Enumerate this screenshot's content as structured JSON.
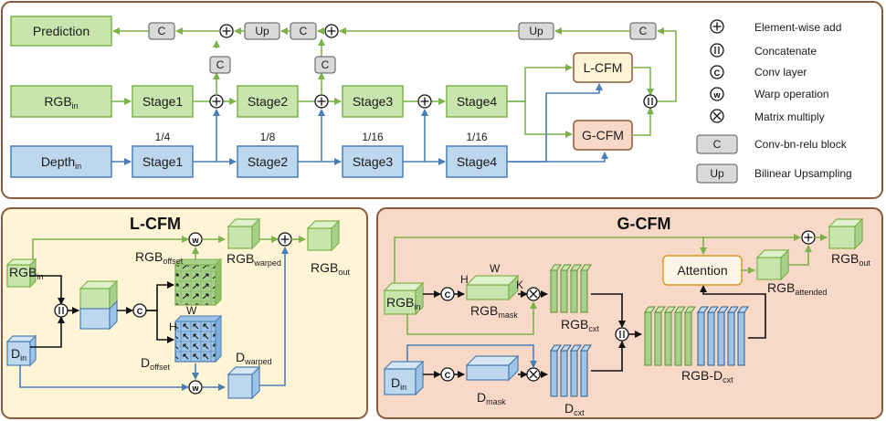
{
  "colors": {
    "green_fill": "#c9e5ae",
    "green_stroke": "#7db24a",
    "blue_fill": "#bdd7ee",
    "blue_stroke": "#4a7fb5",
    "lcfm_fill": "#fff5d6",
    "gcfm_fill": "#f8d9c7",
    "panel_border": "#8b5a3c",
    "gray_fill": "#d9d9d9"
  },
  "top": {
    "prediction": "Prediction",
    "rgb_in": "RGB",
    "rgb_in_sub": "in",
    "depth_in": "Depth",
    "depth_in_sub": "in",
    "rgb_stages": [
      "Stage1",
      "Stage2",
      "Stage3",
      "Stage4"
    ],
    "depth_stages": [
      "Stage1",
      "Stage2",
      "Stage3",
      "Stage4"
    ],
    "scales": [
      "1/4",
      "1/8",
      "1/16",
      "1/16"
    ],
    "lcfm": "L-CFM",
    "gcfm": "G-CFM",
    "c": "C",
    "up": "Up"
  },
  "legend": {
    "items": [
      {
        "symbol": "+",
        "label": "Element-wise add"
      },
      {
        "symbol": "||",
        "label": "Concatenate"
      },
      {
        "symbol": "C",
        "label": "Conv layer"
      },
      {
        "symbol": "w",
        "label": "Warp operation"
      },
      {
        "symbol": "×",
        "label": "Matrix multiply"
      }
    ],
    "block_c": "C",
    "block_c_label": "Conv-bn-relu block",
    "block_up": "Up",
    "block_up_label": "Bilinear Upsampling"
  },
  "lcfm_panel": {
    "title": "L-CFM",
    "rgb_in": "RGB",
    "rgb_in_sub": "in",
    "d_in": "D",
    "d_in_sub": "in",
    "rgb_offset": "RGB",
    "rgb_offset_sub": "offset",
    "d_offset": "D",
    "d_offset_sub": "offset",
    "rgb_warped": "RGB",
    "rgb_warped_sub": "warped",
    "d_warped": "D",
    "d_warped_sub": "warped",
    "rgb_out": "RGB",
    "rgb_out_sub": "out",
    "h": "H",
    "w": "W"
  },
  "gcfm_panel": {
    "title": "G-CFM",
    "rgb_in": "RGB",
    "rgb_in_sub": "in",
    "d_in": "D",
    "d_in_sub": "in",
    "h": "H",
    "w": "W",
    "k": "K",
    "rgb_mask": "RGB",
    "rgb_mask_sub": "mask",
    "d_mask": "D",
    "d_mask_sub": "mask",
    "rgb_cxt": "RGB",
    "rgb_cxt_sub": "cxt",
    "d_cxt": "D",
    "d_cxt_sub": "cxt",
    "rgbd_cxt": "RGB-D",
    "rgbd_cxt_sub": "cxt",
    "attention": "Attention",
    "rgb_attended": "RGB",
    "rgb_attended_sub": "attended",
    "rgb_out": "RGB",
    "rgb_out_sub": "out"
  }
}
